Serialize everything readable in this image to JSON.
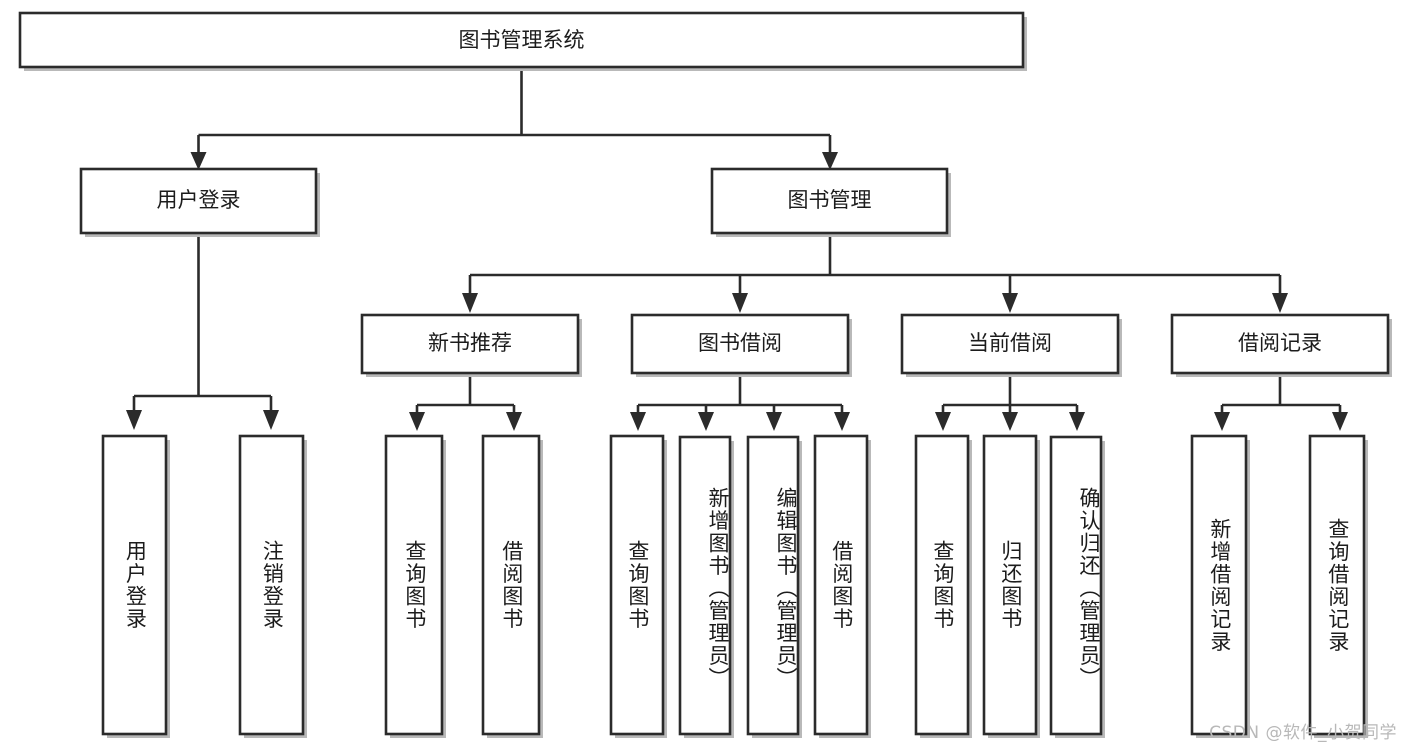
{
  "diagram": {
    "title": "图书管理系统",
    "type": "tree-hierarchy-chart",
    "orientation": "top-down",
    "colors": {
      "box_fill": "#ffffff",
      "box_stroke": "#2b2b2b",
      "text": "#1c1c1c",
      "shadow": "#b9b9b9",
      "watermark": "#b8b8b8",
      "background": "#ffffff"
    },
    "root": {
      "label": "图书管理系统"
    },
    "level2": [
      {
        "label": "用户登录"
      },
      {
        "label": "图书管理"
      }
    ],
    "level3": [
      {
        "label": "新书推荐"
      },
      {
        "label": "图书借阅"
      },
      {
        "label": "当前借阅"
      },
      {
        "label": "借阅记录"
      }
    ],
    "leaves": {
      "user_login": [
        {
          "label": "用户登录"
        },
        {
          "label": "注销登录"
        }
      ],
      "new_book_recommend": [
        {
          "label": "查询图书"
        },
        {
          "label": "借阅图书"
        }
      ],
      "book_borrow": [
        {
          "label": "查询图书"
        },
        {
          "label": "新增图书（管理员）"
        },
        {
          "label": "编辑图书（管理员）"
        },
        {
          "label": "借阅图书"
        }
      ],
      "current_borrow": [
        {
          "label": "查询图书"
        },
        {
          "label": "归还图书"
        },
        {
          "label": "确认归还（管理员）"
        }
      ],
      "borrow_record": [
        {
          "label": "新增借阅记录"
        },
        {
          "label": "查询借阅记录"
        }
      ]
    }
  },
  "watermark": {
    "text": "CSDN @软件_小贺同学"
  }
}
